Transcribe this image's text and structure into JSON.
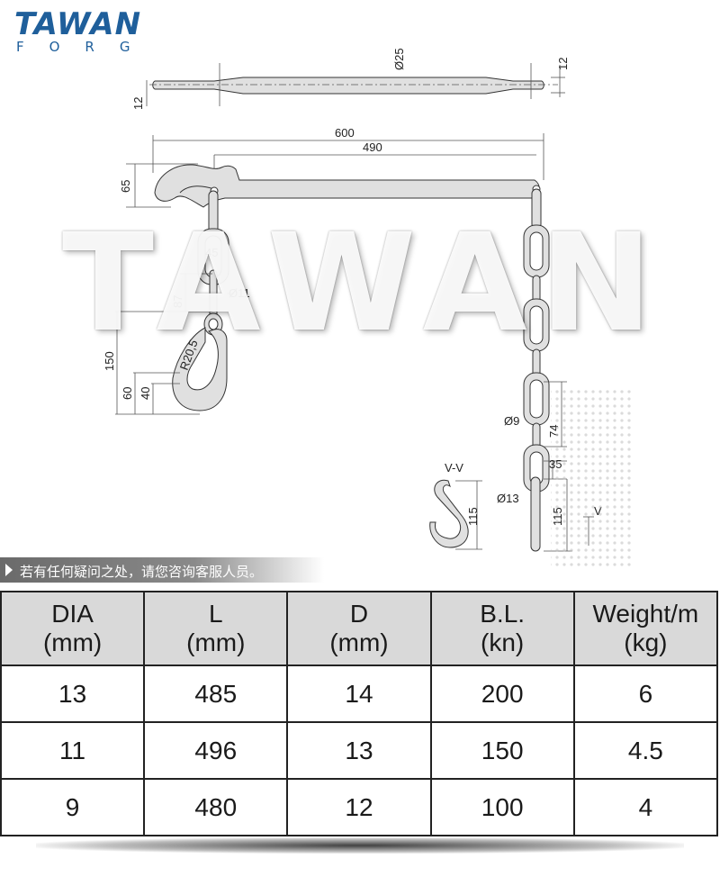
{
  "logo": {
    "top": "TAWAN",
    "bottom": "FORG"
  },
  "watermark": "TAWAN",
  "drawing": {
    "dims": {
      "d25": "Ø25",
      "w12a": "12",
      "w12b": "12",
      "l600": "600",
      "l490": "490",
      "h65": "65",
      "c45": "45",
      "c87": "87",
      "d11": "Ø11",
      "h150": "150",
      "r205": "R20,5",
      "h60": "60",
      "h40": "40",
      "vv": "V-V",
      "s115": "115",
      "d9": "Ø9",
      "p74": "74",
      "p35": "35",
      "d13": "Ø13",
      "p115": "115",
      "v": "V"
    }
  },
  "notice": "若有任何疑问之处，请您咨询客服人员。",
  "table": {
    "headers": [
      {
        "line1": "DIA",
        "line2": "(mm)"
      },
      {
        "line1": "L",
        "line2": "(mm)"
      },
      {
        "line1": "D",
        "line2": "(mm)"
      },
      {
        "line1": "B.L.",
        "line2": "(kn)"
      },
      {
        "line1": "Weight/m",
        "line2": "(kg)"
      }
    ],
    "rows": [
      [
        "13",
        "485",
        "14",
        "200",
        "6"
      ],
      [
        "11",
        "496",
        "13",
        "150",
        "4.5"
      ],
      [
        "9",
        "480",
        "12",
        "100",
        "4"
      ]
    ]
  }
}
